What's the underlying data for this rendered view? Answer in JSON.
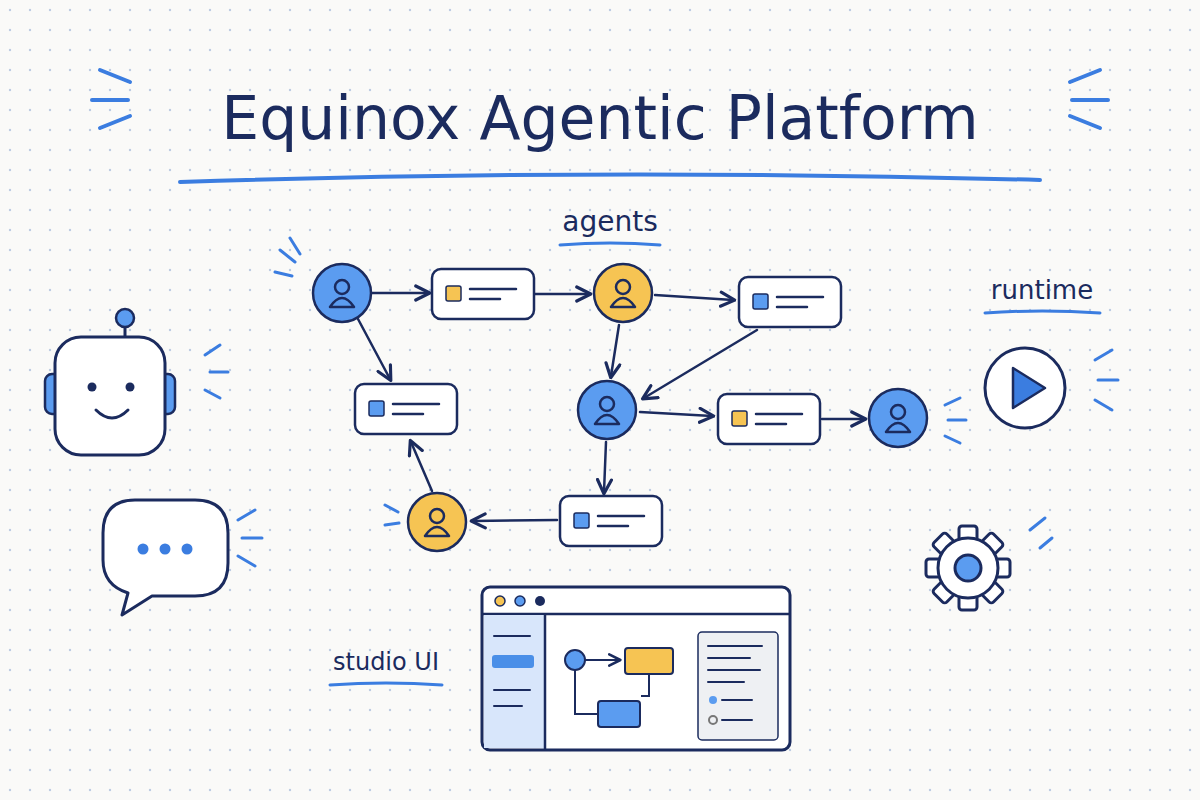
{
  "diagram": {
    "title": "Equinox Agentic Platform",
    "labels": [
      "agents",
      "runtime",
      "studio UI"
    ]
  }
}
